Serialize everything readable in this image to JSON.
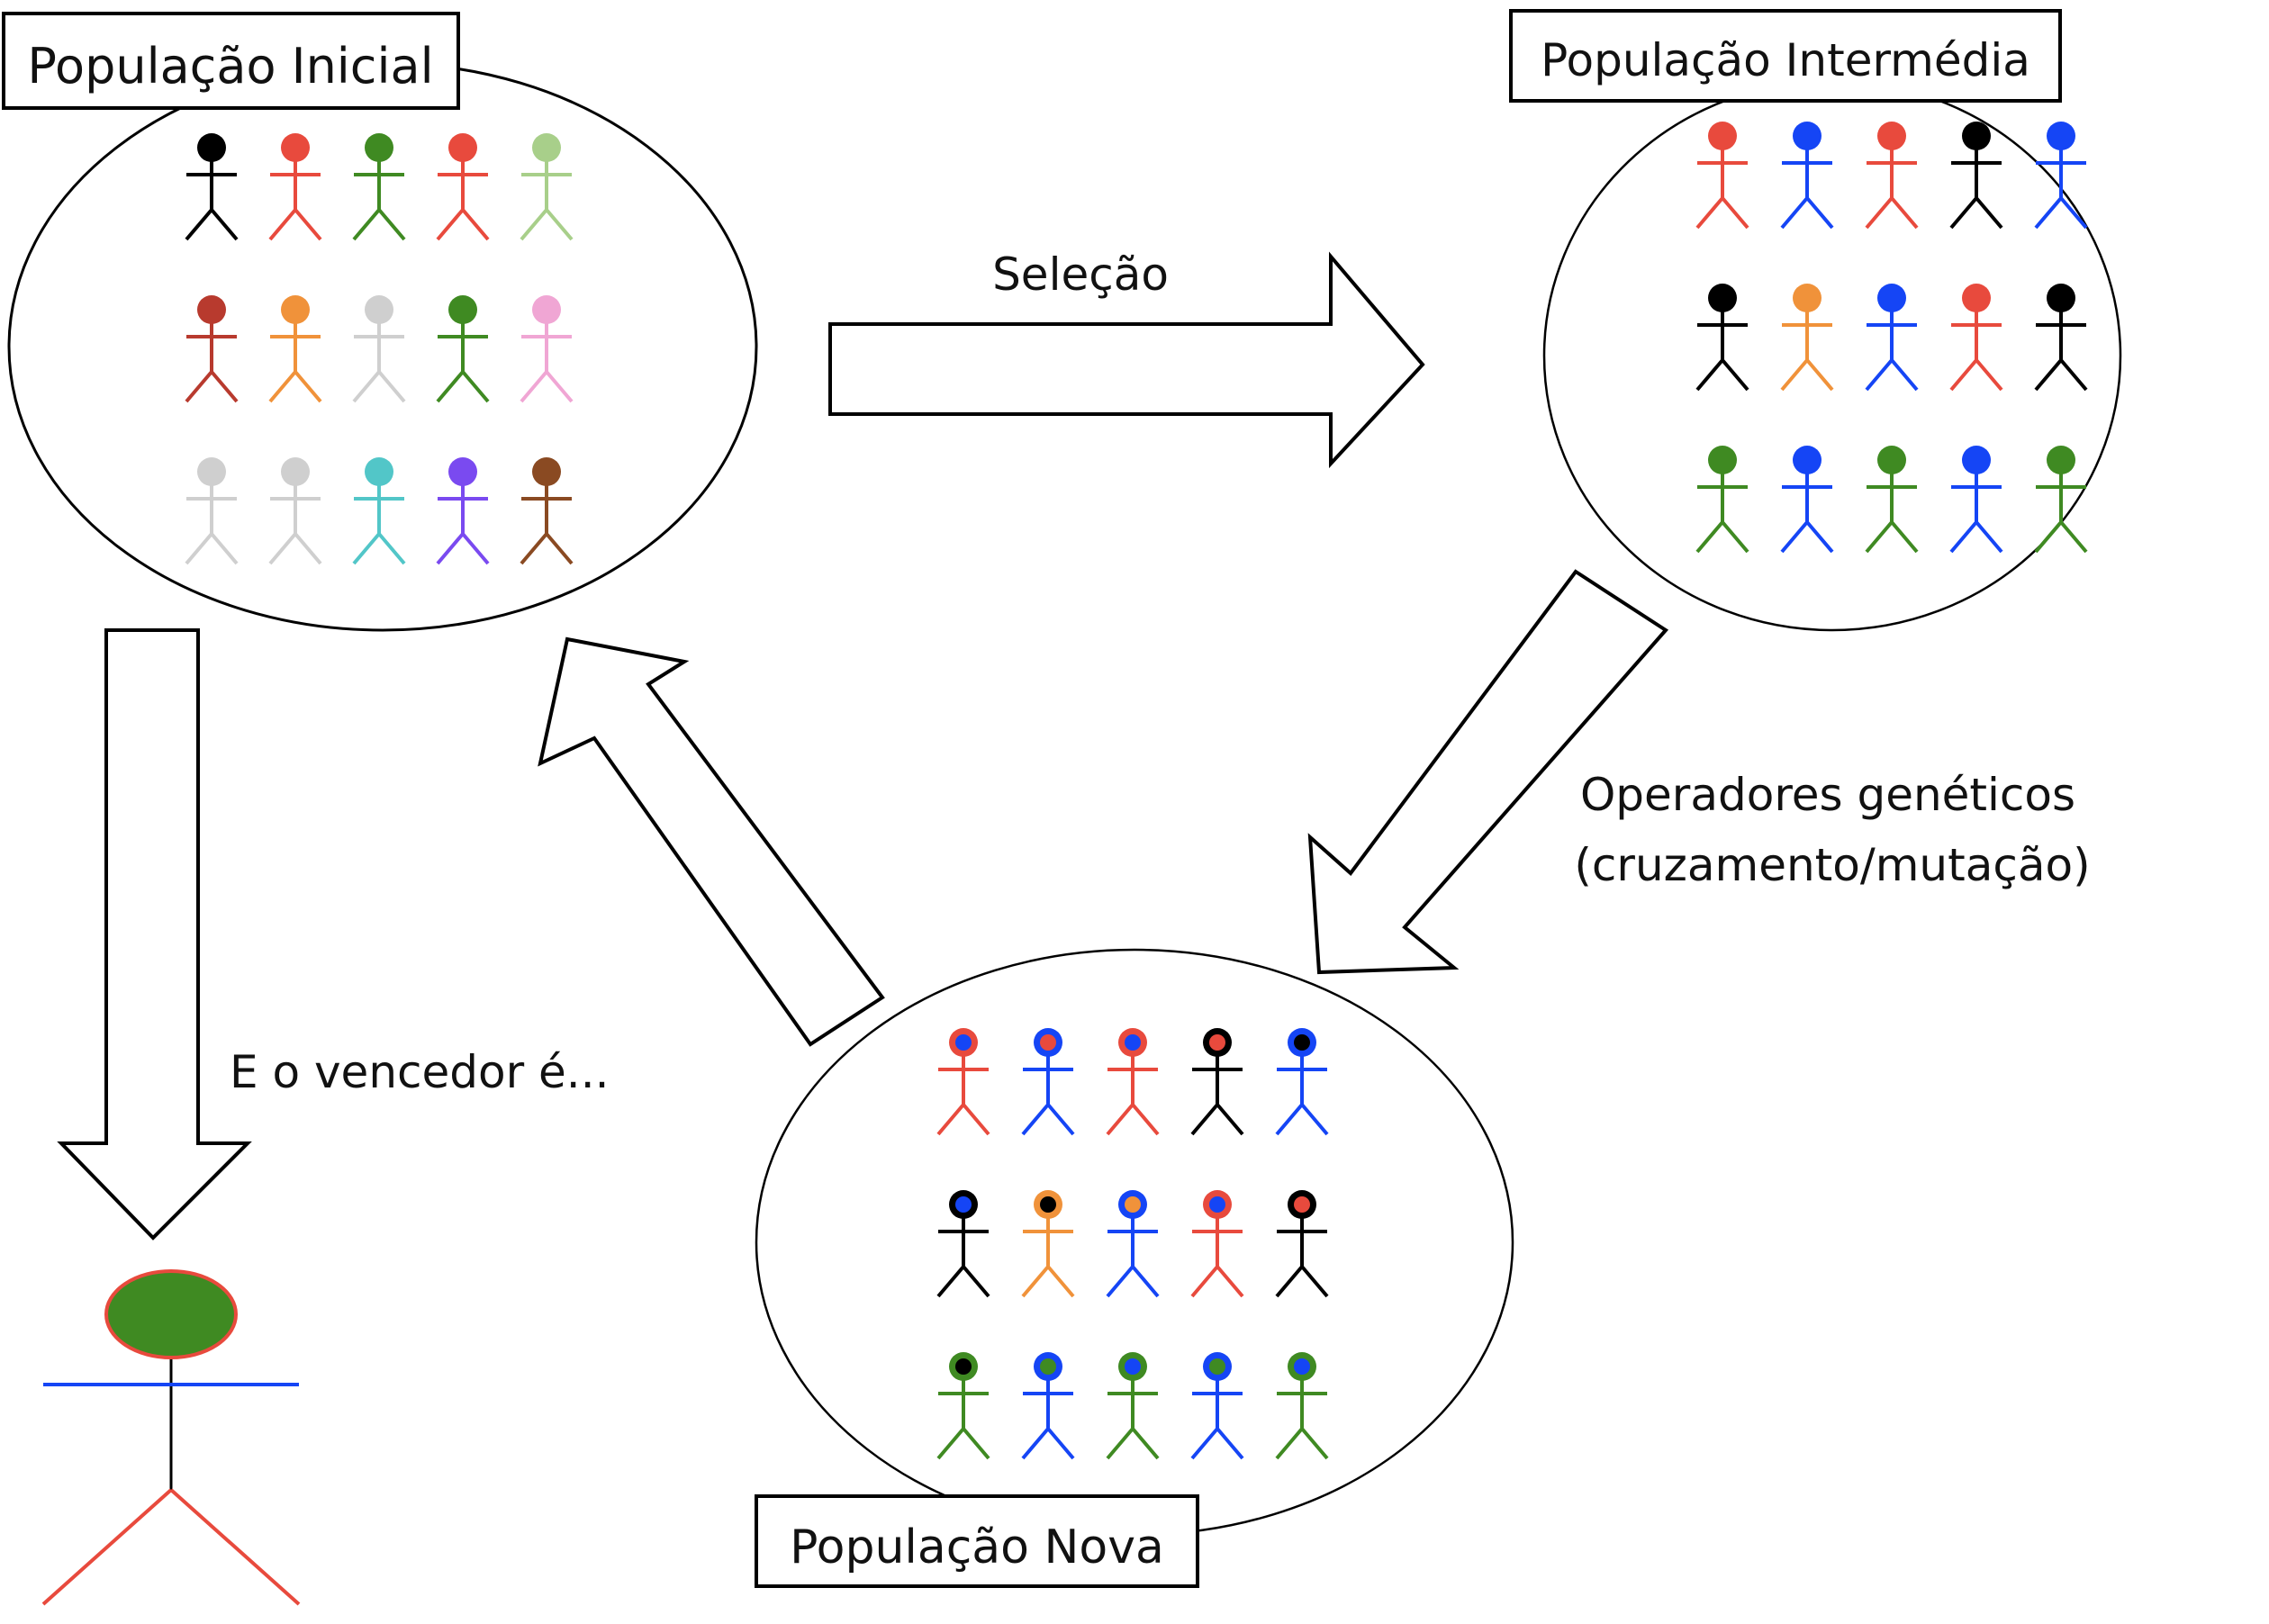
{
  "labels": {
    "initial": "População Inicial",
    "intermediate": "População Intermédia",
    "new": "População Nova"
  },
  "arrows": {
    "selection": "Seleção",
    "operators_line1": "Operadores genéticos",
    "operators_line2": "(cruzamento/mutação)",
    "winner": "E o vencedor é..."
  },
  "colors": {
    "black": "#000000",
    "red": "#e84a3d",
    "green": "#3f8a22",
    "lightgreen": "#a8cf8a",
    "darkred": "#b83a2e",
    "orange": "#f0923a",
    "lightgray": "#cfcfcf",
    "pink": "#f0a6d4",
    "cyan": "#52c6c8",
    "purple": "#7a4af0",
    "brown": "#8a4a22",
    "blue": "#1545f5"
  },
  "populations": {
    "initial": [
      [
        "black",
        "red",
        "green",
        "red",
        "lightgreen"
      ],
      [
        "darkred",
        "orange",
        "lightgray",
        "green",
        "pink"
      ],
      [
        "lightgray",
        "lightgray",
        "cyan",
        "purple",
        "brown"
      ]
    ],
    "intermediate": [
      [
        "red",
        "blue",
        "red",
        "black",
        "blue"
      ],
      [
        "black",
        "orange",
        "blue",
        "red",
        "black"
      ],
      [
        "green",
        "blue",
        "green",
        "blue",
        "green"
      ]
    ],
    "new": [
      [
        {
          "body": "red",
          "head": "red",
          "dot": "blue"
        },
        {
          "body": "blue",
          "head": "blue",
          "dot": "red"
        },
        {
          "body": "red",
          "head": "red",
          "dot": "blue"
        },
        {
          "body": "black",
          "head": "black",
          "dot": "red"
        },
        {
          "body": "blue",
          "head": "blue",
          "dot": "black"
        }
      ],
      [
        {
          "body": "black",
          "head": "black",
          "dot": "blue"
        },
        {
          "body": "orange",
          "head": "orange",
          "dot": "black"
        },
        {
          "body": "blue",
          "head": "blue",
          "dot": "orange"
        },
        {
          "body": "red",
          "head": "red",
          "dot": "blue"
        },
        {
          "body": "black",
          "head": "black",
          "dot": "red"
        }
      ],
      [
        {
          "body": "green",
          "head": "green",
          "dot": "black"
        },
        {
          "body": "blue",
          "head": "blue",
          "dot": "green"
        },
        {
          "body": "green",
          "head": "green",
          "dot": "blue"
        },
        {
          "body": "blue",
          "head": "blue",
          "dot": "green"
        },
        {
          "body": "green",
          "head": "green",
          "dot": "blue"
        }
      ]
    ]
  },
  "winner": {
    "head": "green",
    "head_outline": "red",
    "arms": "blue",
    "legs": "red",
    "spine": "black"
  }
}
